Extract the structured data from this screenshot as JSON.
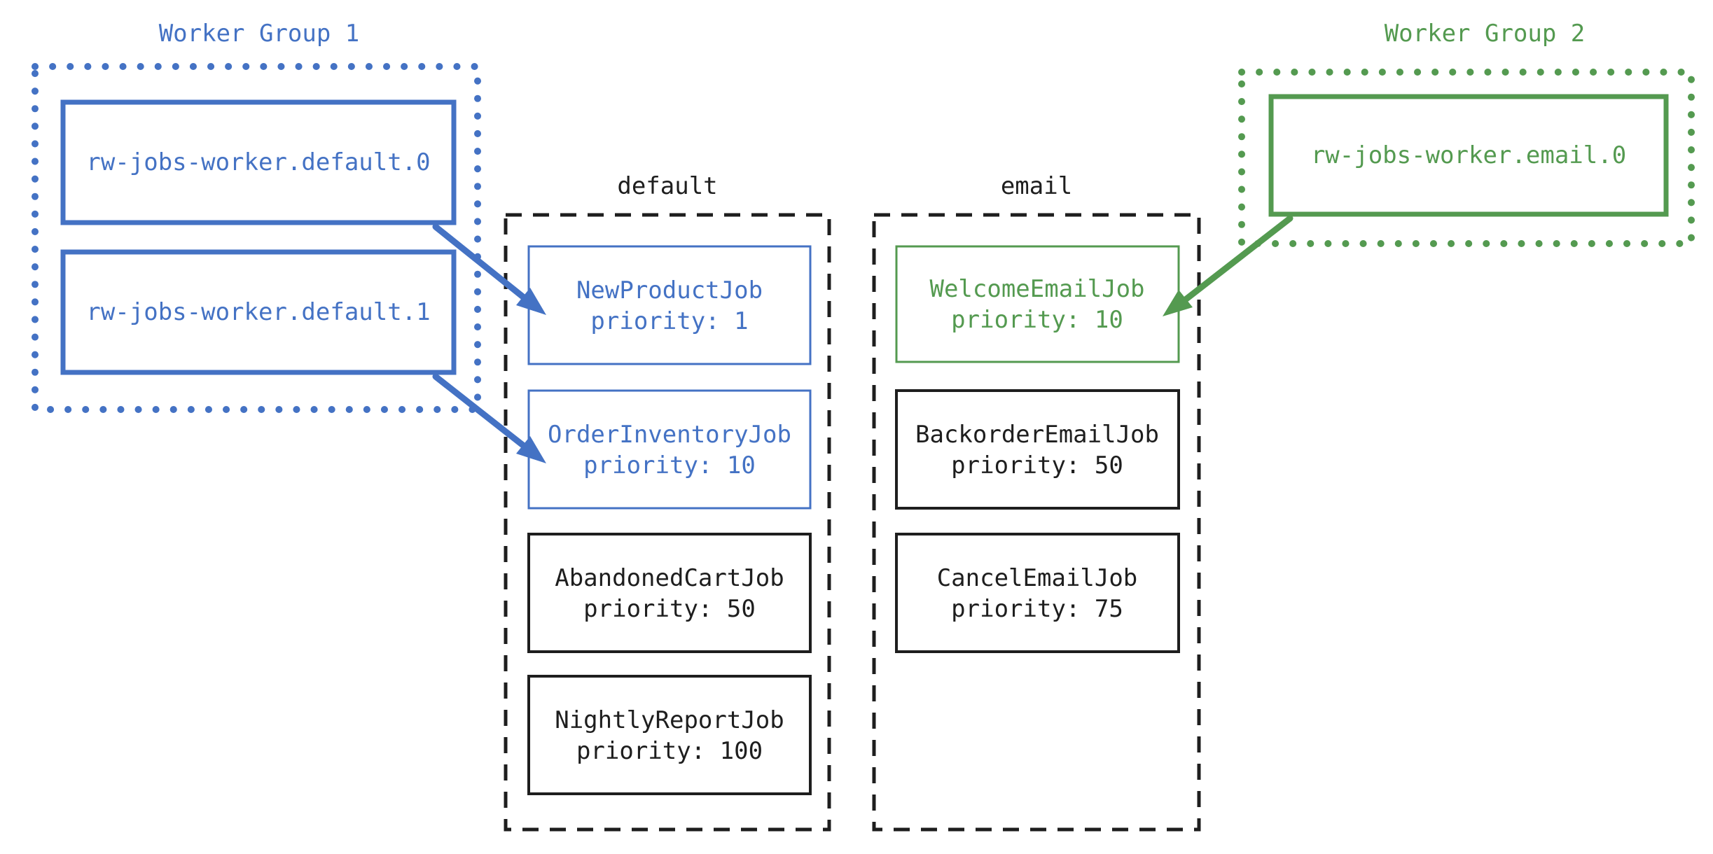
{
  "colors": {
    "blue": "#4472C4",
    "green": "#549A50",
    "ink": "#1E1E1E",
    "background": "#FFFFFF"
  },
  "worker_groups": [
    {
      "title": "Worker Group 1",
      "workers": [
        "rw-jobs-worker.default.0",
        "rw-jobs-worker.default.1"
      ]
    },
    {
      "title": "Worker Group 2",
      "workers": [
        "rw-jobs-worker.email.0"
      ]
    }
  ],
  "queues": [
    {
      "title": "default",
      "jobs": [
        {
          "name": "NewProductJob",
          "priority": "priority: 1"
        },
        {
          "name": "OrderInventoryJob",
          "priority": "priority: 10"
        },
        {
          "name": "AbandonedCartJob",
          "priority": "priority: 50"
        },
        {
          "name": "NightlyReportJob",
          "priority": "priority: 100"
        }
      ]
    },
    {
      "title": "email",
      "jobs": [
        {
          "name": "WelcomeEmailJob",
          "priority": "priority: 10"
        },
        {
          "name": "BackorderEmailJob",
          "priority": "priority: 50"
        },
        {
          "name": "CancelEmailJob",
          "priority": "priority: 75"
        }
      ]
    }
  ],
  "connections": [
    {
      "from": "rw-jobs-worker.default.0",
      "to": "NewProductJob",
      "color": "blue"
    },
    {
      "from": "rw-jobs-worker.default.1",
      "to": "OrderInventoryJob",
      "color": "blue"
    },
    {
      "from": "rw-jobs-worker.email.0",
      "to": "WelcomeEmailJob",
      "color": "green"
    }
  ]
}
